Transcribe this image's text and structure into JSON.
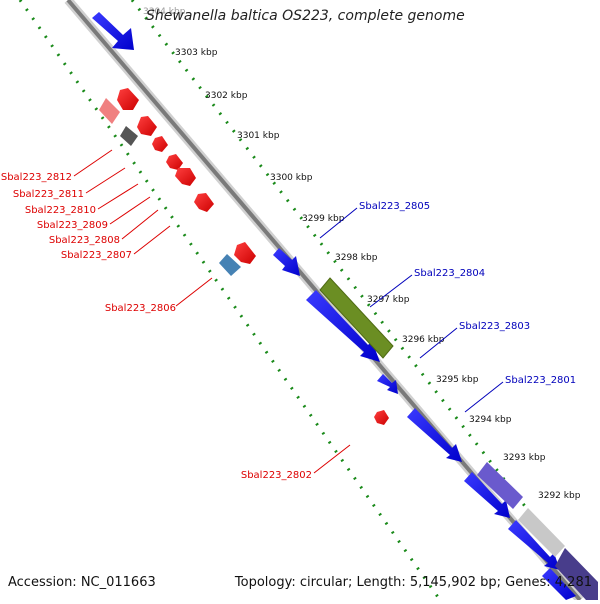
{
  "header": {
    "title": "Shewanella baltica OS223, complete genome"
  },
  "footer": {
    "accession": "Accession: NC_011663",
    "summary": "Topology: circular; Length: 5,145,902 bp; Genes: 4,281"
  },
  "map": {
    "ticks": [
      {
        "label": "3304 kbp"
      },
      {
        "label": "3303 kbp"
      },
      {
        "label": "3302 kbp"
      },
      {
        "label": "3301 kbp"
      },
      {
        "label": "3300 kbp"
      },
      {
        "label": "3299 kbp"
      },
      {
        "label": "3298 kbp"
      },
      {
        "label": "3297 kbp"
      },
      {
        "label": "3296 kbp"
      },
      {
        "label": "3295 kbp"
      },
      {
        "label": "3294 kbp"
      },
      {
        "label": "3293 kbp"
      },
      {
        "label": "3292 kbp"
      }
    ],
    "gene_labels": [
      {
        "text": "Sbal223_2812",
        "color": "#dd0000"
      },
      {
        "text": "Sbal223_2811",
        "color": "#dd0000"
      },
      {
        "text": "Sbal223_2810",
        "color": "#dd0000"
      },
      {
        "text": "Sbal223_2809",
        "color": "#dd0000"
      },
      {
        "text": "Sbal223_2808",
        "color": "#dd0000"
      },
      {
        "text": "Sbal223_2807",
        "color": "#dd0000"
      },
      {
        "text": "Sbal223_2806",
        "color": "#dd0000"
      },
      {
        "text": "Sbal223_2802",
        "color": "#dd0000"
      },
      {
        "text": "Sbal223_2805",
        "color": "#0000bb"
      },
      {
        "text": "Sbal223_2804",
        "color": "#0000bb"
      },
      {
        "text": "Sbal223_2803",
        "color": "#0000bb"
      },
      {
        "text": "Sbal223_2801",
        "color": "#0000bb"
      }
    ],
    "colors": {
      "forward_gene": "#0000ee",
      "reverse_gene": "#ee0000",
      "highlight_gene": "#6b8e23",
      "dotted_track": "#1a8a1a",
      "backbone": "#888888"
    }
  }
}
